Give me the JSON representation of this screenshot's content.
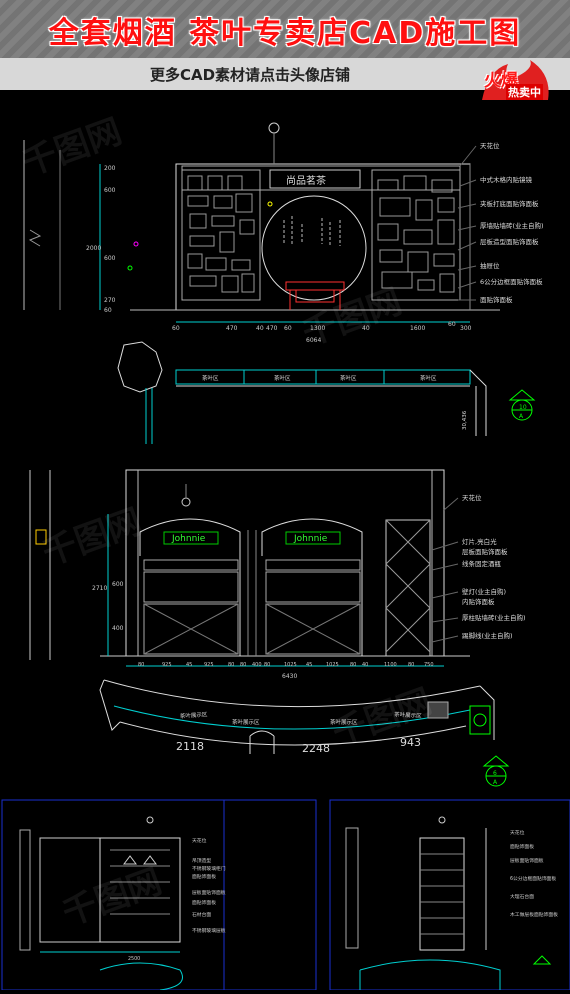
{
  "header": {
    "title": "全套烟酒 茶叶专卖店CAD施工图",
    "subtitle": "更多CAD素材请点击头像店铺",
    "badge_main": "火爆",
    "badge_sub": "热卖中"
  },
  "elevation1": {
    "sign": "尚品茗茶",
    "notes": [
      "天花位",
      "中式木格内贴镜镜",
      "夹板打底面贴饰面板",
      "厚墙贴墙砖(业主自购)",
      "层板造型面贴饰面板",
      "抽屉位",
      "6公分边框面贴饰面板",
      "面贴饰面板"
    ],
    "dims_bottom": [
      "60",
      "470",
      "40",
      "470",
      "60",
      "1300",
      "40",
      "1600",
      "60",
      "300"
    ],
    "dims_left": [
      "200",
      "600",
      "2000",
      "600",
      "270",
      "60"
    ],
    "total": "6064"
  },
  "plan1": {
    "labels": [
      "茶叶区",
      "茶叶区",
      "茶叶区",
      "茶叶区"
    ],
    "right_dim": "30,436",
    "marker_top": "10",
    "marker_bottom": "A"
  },
  "elevation2": {
    "signs": [
      "Johnnie",
      "Johnnie"
    ],
    "notes": [
      "天花位",
      "灯片,亮白光",
      "层板面贴饰面板",
      "线条固定酒瓶",
      "壁灯(业主自购)",
      "内贴饰面板",
      "厚柱贴墙砖(业主自购)",
      "踢脚线(业主自购)"
    ],
    "dims_bottom": [
      "80",
      "925",
      "45",
      "925",
      "80",
      "80",
      "400",
      "80",
      "1025",
      "45",
      "1025",
      "80",
      "40",
      "1100",
      "80",
      "750"
    ],
    "dims_left": [
      "2710",
      "600",
      "400"
    ],
    "total": "6430"
  },
  "plan2": {
    "labels": [
      "茶叶展示区",
      "茶叶展示区",
      "茶叶展示区",
      "茶叶展示区"
    ],
    "dims": [
      "2118",
      "2248",
      "943"
    ],
    "marker_top": "6",
    "marker_bottom": "A"
  },
  "bottom_left": {
    "notes": [
      "天花位",
      "吊顶造型",
      "不锈钢玻璃柜门",
      "面贴饰面板",
      "层板面贴饰面板",
      "面贴饰面板",
      "石材台面",
      "不锈钢玻璃层板"
    ],
    "dim": "2500"
  },
  "bottom_right": {
    "notes": [
      "天花位",
      "面贴饰面板",
      "层板面贴饰面板",
      "6公分边框面贴饰面板",
      "大理石台面",
      "木工做层板面贴饰面板"
    ]
  }
}
